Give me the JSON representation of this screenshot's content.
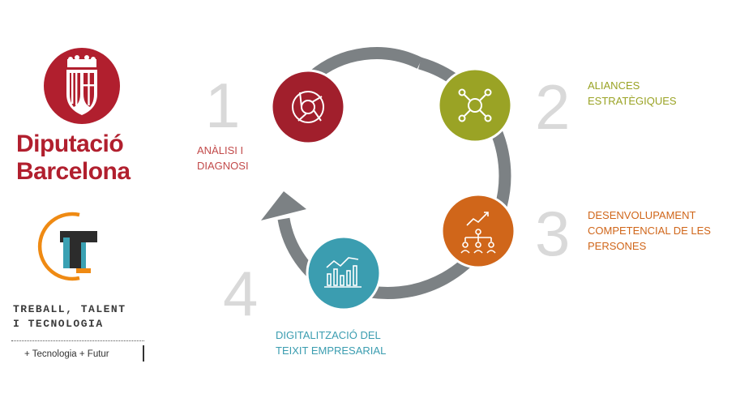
{
  "logo": {
    "line1": "Diputació",
    "line2": "Barcelona",
    "brand_color": "#b11f2e"
  },
  "program": {
    "line1": "TREBALL, TALENT",
    "line2": "I TECNOLOGIA",
    "tagline": "+ Tecnologia + Futur"
  },
  "steps": [
    {
      "number": "1",
      "label_line1": "ANÀLISI I",
      "label_line2": "DIAGNOSI",
      "color": "#a11f2c",
      "icon": "aperture-icon"
    },
    {
      "number": "2",
      "label_line1": "ALIANCES",
      "label_line2": "ESTRATÈGIQUES",
      "color": "#9aa325",
      "icon": "network-icon"
    },
    {
      "number": "3",
      "label_line1": "DESENVOLUPAMENT",
      "label_line2": "COMPETENCIAL DE LES",
      "label_line3": "PERSONES",
      "color": "#d0661a",
      "icon": "growth-team-icon"
    },
    {
      "number": "4",
      "label_line1": "DIGITALITZACIÓ DEL",
      "label_line2": "TEIXIT EMPRESARIAL",
      "color": "#3b9db0",
      "icon": "analytics-chart-icon"
    }
  ],
  "cycle_arrow_color": "#7c8184"
}
